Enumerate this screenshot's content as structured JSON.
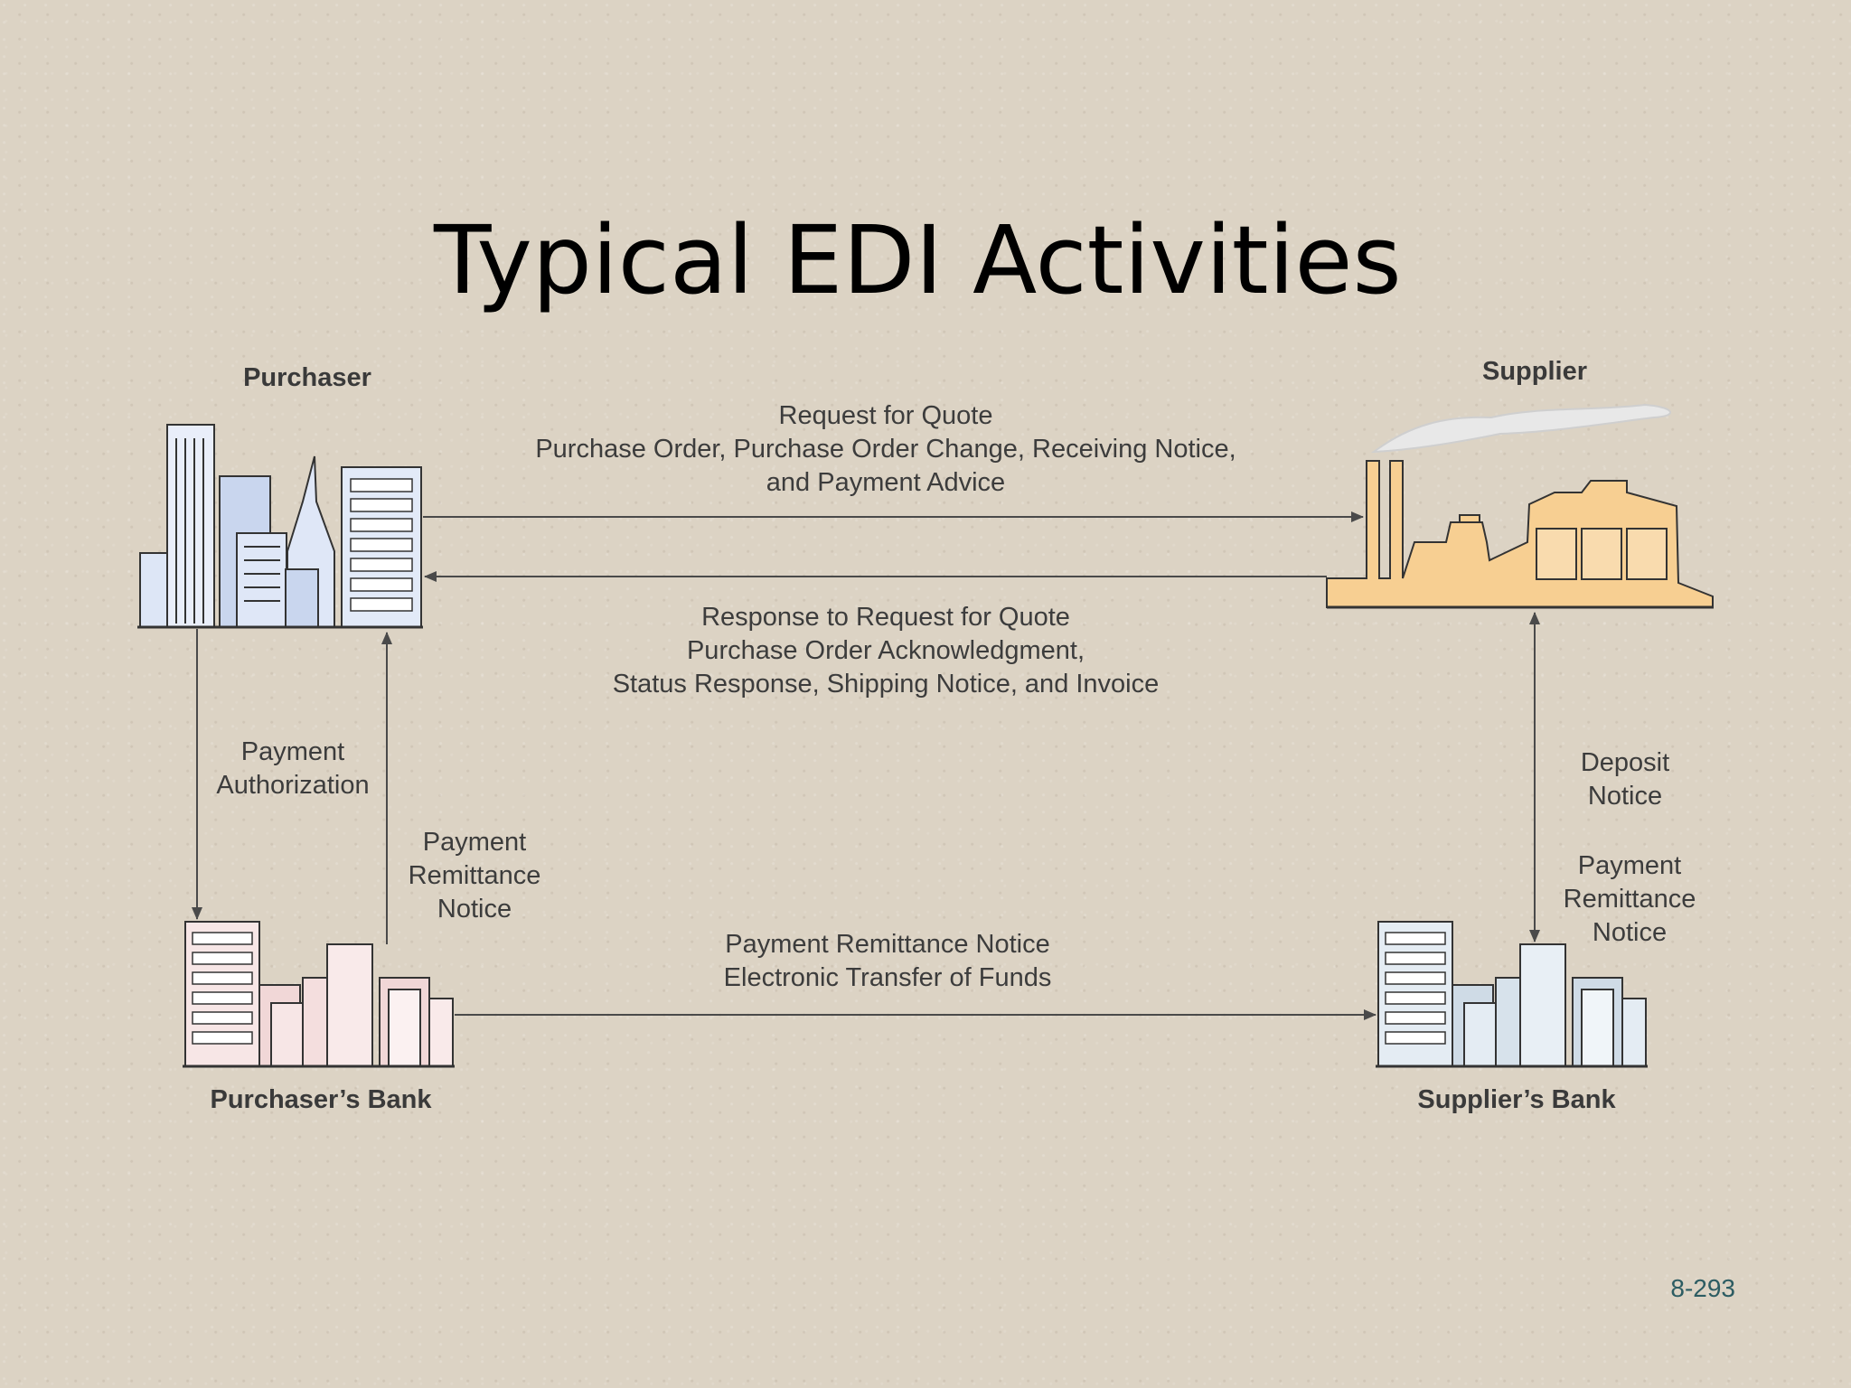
{
  "title": "Typical EDI Activities",
  "nodes": {
    "purchaser": "Purchaser",
    "supplier": "Supplier",
    "purchaser_bank": "Purchaser’s Bank",
    "supplier_bank": "Supplier’s Bank"
  },
  "edges": {
    "purchaser_to_supplier": [
      "Request for Quote",
      "Purchase Order, Purchase Order Change, Receiving Notice,",
      "and Payment Advice"
    ],
    "supplier_to_purchaser": [
      "Response to Request for Quote",
      "Purchase Order Acknowledgment,",
      "Status Response, Shipping Notice, and Invoice"
    ],
    "purchaser_to_bank": [
      "Payment",
      "Authorization"
    ],
    "bank_to_purchaser": [
      "Payment",
      "Remittance",
      "Notice"
    ],
    "bank_to_bank": [
      "Payment Remittance Notice",
      "Electronic Transfer of Funds"
    ],
    "deposit_notice": [
      "Deposit",
      "Notice"
    ],
    "supplier_bank_remittance": [
      "Payment",
      "Remittance",
      "Notice"
    ]
  },
  "page_number": "8-293",
  "colors": {
    "purchaser_building": "#c9d6ee",
    "supplier_factory": "#f7cf92",
    "purchaser_bank_building": "#f1d7d7",
    "supplier_bank_building": "#cfdbe6",
    "arrow": "#4a4a4a"
  }
}
